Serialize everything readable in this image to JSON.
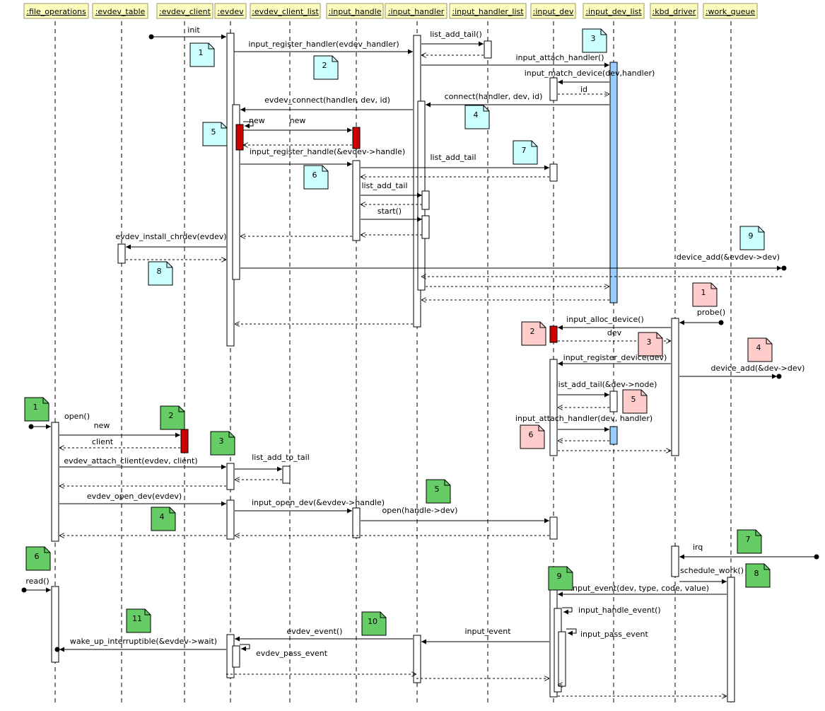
{
  "participants": [
    {
      "id": "fo",
      "label": ":file_operations"
    },
    {
      "id": "et",
      "label": ":evdev_table"
    },
    {
      "id": "ec",
      "label": ":evdev_client"
    },
    {
      "id": "ev",
      "label": ":evdev"
    },
    {
      "id": "ecl",
      "label": ":evdev_client_list"
    },
    {
      "id": "ih",
      "label": ":input_handle"
    },
    {
      "id": "ihr",
      "label": ":input_handler"
    },
    {
      "id": "ihl",
      "label": ":input_handler_list"
    },
    {
      "id": "id",
      "label": ":input_dev"
    },
    {
      "id": "idl",
      "label": ":input_dev_list"
    },
    {
      "id": "kd",
      "label": ":kbd_driver"
    },
    {
      "id": "wq",
      "label": ":work_queue"
    }
  ],
  "messages": [
    {
      "label": "init"
    },
    {
      "label": "input_register_handler(evdev_handler)"
    },
    {
      "label": "list_add_tail()"
    },
    {
      "label": "input_attach_handler()"
    },
    {
      "label": "input_match_device(dev,handler)"
    },
    {
      "label": "id"
    },
    {
      "label": "connect(handler, dev, id)"
    },
    {
      "label": "evdev_connect(handler, dev, id)"
    },
    {
      "label": "new"
    },
    {
      "label": "new"
    },
    {
      "label": "input_register_handle(&evdev->handle)"
    },
    {
      "label": "list_add_tail"
    },
    {
      "label": "list_add_tail"
    },
    {
      "label": "start()"
    },
    {
      "label": "evdev_install_chrdev(evdev)"
    },
    {
      "label": "device_add(&evdev->dev)"
    },
    {
      "label": "probe()"
    },
    {
      "label": "input_alloc_device()"
    },
    {
      "label": "dev"
    },
    {
      "label": "input_register_device(dev)"
    },
    {
      "label": "device_add(&dev->dev)"
    },
    {
      "label": "list_add_tail(&dev->node)"
    },
    {
      "label": "input_attach_handler(dev, handler)"
    },
    {
      "label": "open()"
    },
    {
      "label": "new"
    },
    {
      "label": "client"
    },
    {
      "label": "evdev_attach_client(evdev, client)"
    },
    {
      "label": "list_add_to_tail"
    },
    {
      "label": "evdev_open_dev(evdev)"
    },
    {
      "label": "input_open_dev(&evdev->handle)"
    },
    {
      "label": "open(handle->dev)"
    },
    {
      "label": "irq"
    },
    {
      "label": "schedule_work()"
    },
    {
      "label": "input_event(dev, type, code, value)"
    },
    {
      "label": "input_handle_event()"
    },
    {
      "label": "input_pass_event"
    },
    {
      "label": "input_event"
    },
    {
      "label": "evdev_event()"
    },
    {
      "label": "evdev_pass_event"
    },
    {
      "label": "read()"
    },
    {
      "label": "wake_up_interruptible(&evdev->wait)"
    }
  ],
  "notes": [
    {
      "label": "1"
    },
    {
      "label": "2"
    },
    {
      "label": "3"
    },
    {
      "label": "4"
    },
    {
      "label": "5"
    },
    {
      "label": "6"
    },
    {
      "label": "7"
    },
    {
      "label": "8"
    },
    {
      "label": "9"
    },
    {
      "label": "1"
    },
    {
      "label": "2"
    },
    {
      "label": "3"
    },
    {
      "label": "4"
    },
    {
      "label": "5"
    },
    {
      "label": "6"
    },
    {
      "label": "1"
    },
    {
      "label": "2"
    },
    {
      "label": "3"
    },
    {
      "label": "4"
    },
    {
      "label": "5"
    },
    {
      "label": "6"
    },
    {
      "label": "7"
    },
    {
      "label": "8"
    },
    {
      "label": "9"
    },
    {
      "label": "10"
    },
    {
      "label": "11"
    }
  ],
  "colors": {
    "header_fill": "#ffffc0",
    "header_border": "#999966",
    "note_cyan": "#ccffff",
    "note_pink": "#ffcccc",
    "note_green": "#66cc66",
    "activation_white": "#ffffff",
    "activation_blue": "#99ccff",
    "activation_red": "#cc0000",
    "line": "#000000"
  }
}
